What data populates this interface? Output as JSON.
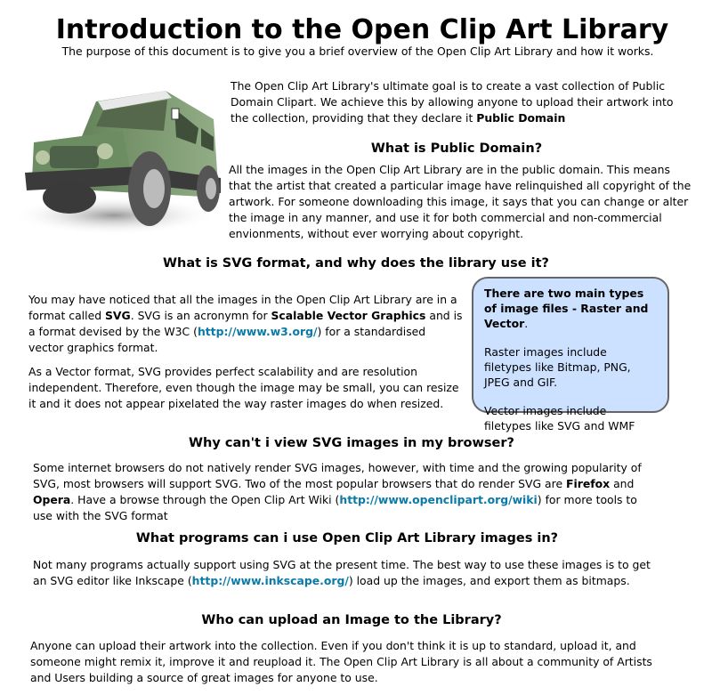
{
  "title": "Introduction to the Open Clip Art Library",
  "subtitle": "The purpose of this document is to give you a brief overview of the Open Clip Art Library and how it works.",
  "intro": {
    "text": "The Open Clip Art Library's ultimate goal is to create a vast collection of Public Domain Clipart. We achieve this by allowing anyone to upload their artwork into the collection, providing that they declare it ",
    "bold": "Public Domain"
  },
  "public_domain": {
    "heading": "What is Public Domain?",
    "text": "All the images in the Open Clip Art Library are in the public domain. This means that the artist that created a particular image have relinquished all copyright of the artwork. For someone downloading this image, it says that you can change or alter the image in any manner, and use it for both commercial and non-commercial envionments, without ever worrying about copyright."
  },
  "svg_format": {
    "heading": "What is SVG format, and why does the library use it?",
    "p1": {
      "t1": "You may have noticed that all the images in the Open Clip Art Library are in a format called ",
      "b1": "SVG",
      "t2": ". SVG is an acronymn for ",
      "b2": "Scalable Vector Graphics",
      "t3": " and is a format devised by the W3C (",
      "link": "http://www.w3.org/",
      "t4": ") for a standardised vector graphics format."
    },
    "p2": "As a Vector format, SVG provides perfect scalability and are resolution independent. Therefore, even though the image may be small, you can resize it and it does not appear pixelated the way raster images do when resized."
  },
  "sidebox": {
    "bold": "There are two main types of image files - Raster and Vector",
    "dot": ".",
    "raster": "Raster images include filetypes like Bitmap, PNG, JPEG and GIF.",
    "vector": "Vector images include filetypes like SVG and WMF"
  },
  "browser": {
    "heading": "Why can't i view SVG images in my browser?",
    "t1": "Some internet browsers do not natively render SVG images, however, with time and the growing popularity of SVG, most browsers will support SVG. Two of the most popular browsers that do render SVG are ",
    "b1": "Firefox",
    "t2": " and ",
    "b2": "Opera",
    "t3": ". Have a browse through the Open Clip Art Wiki (",
    "link": "http://www.openclipart.org/wiki",
    "t4": ") for more tools to use with the SVG format"
  },
  "programs": {
    "heading": "What programs can i use Open Clip Art Library images in?",
    "t1": "Not many programs actually support using SVG at the present time. The best way to use these images is to get an SVG editor like Inkscape (",
    "link": "http://www.inkscape.org/",
    "t2": ") load up the images, and export them as bitmaps."
  },
  "upload": {
    "heading": "Who can upload an Image to the Library?",
    "text": "Anyone can upload their artwork into the collection. Even if you don't think it is up to standard, upload it, and someone might remix it, improve it and reupload it. The Open Clip Art Library is all about a community of Artists and Users building a source of great images for anyone to use."
  },
  "colors": {
    "link": "#0a7aa8",
    "box_bg": "#cce0ff",
    "car": "#6f8f63"
  }
}
